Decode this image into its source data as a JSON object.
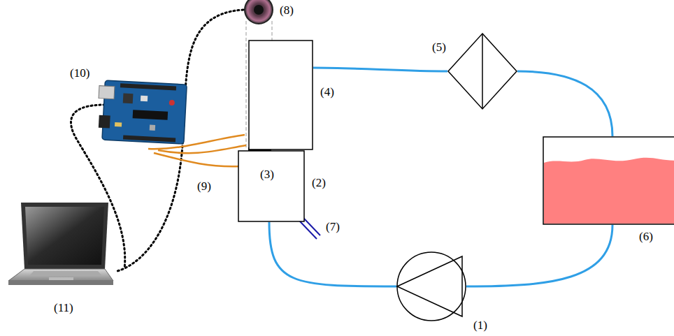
{
  "diagram": {
    "nodes": [
      {
        "text": [
          "(1)"
        ]
      },
      {
        "text": [
          "(2)"
        ]
      },
      {
        "text": [
          "(4)"
        ]
      },
      {
        "text": [
          "(5)"
        ]
      },
      {
        "text": [
          "(6)"
        ]
      }
    ],
    "edges": [
      {
        "from": 0,
        "to": 1,
        "arrow": "none"
      },
      {
        "from": 2,
        "to": 3,
        "arrow": "none"
      },
      {
        "from": 3,
        "to": 4,
        "arrow": "none"
      },
      {
        "from": 4,
        "to": 0,
        "arrow": "none"
      }
    ],
    "labels": [
      "(3)",
      "(7)",
      "(8)",
      "(9)",
      "(10)",
      "(11)"
    ]
  }
}
